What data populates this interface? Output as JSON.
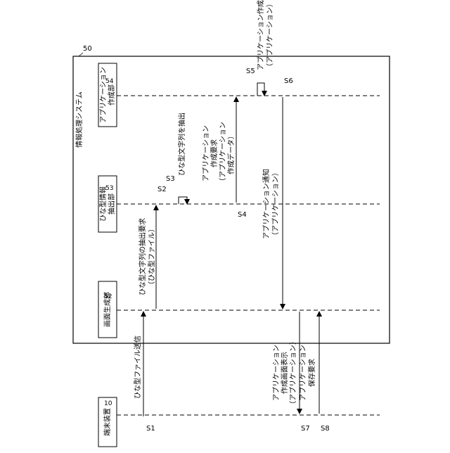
{
  "system": {
    "ref": "50",
    "title": "情報処理システム"
  },
  "components": [
    {
      "id": "terminal",
      "ref": "10",
      "name": "端末装置"
    },
    {
      "id": "screen",
      "ref": "52",
      "name": "画面生成部"
    },
    {
      "id": "extract",
      "ref": "53",
      "name_lines": [
        "ひな型情報",
        "抽出部"
      ]
    },
    {
      "id": "appgen",
      "ref": "54",
      "name_lines": [
        "アプリケーション",
        "作成部"
      ]
    }
  ],
  "steps": {
    "s1": {
      "id": "S1",
      "lines": [
        "ひな型ファイル送信"
      ]
    },
    "s2": {
      "id": "S2",
      "lines": [
        "ひな型文字列の抽出要求",
        "（ひな型ファイル）"
      ]
    },
    "s3": {
      "id": "S3",
      "lines": [
        "ひな型文字列を抽出"
      ]
    },
    "s4": {
      "id": "S4",
      "lines": [
        "アプリケーション",
        "作成要求",
        "（アプリケーション",
        "作成データ）"
      ]
    },
    "s5": {
      "id": "S5",
      "lines": [
        "アプリケーション作成",
        "（アプリケーション）"
      ]
    },
    "s6": {
      "id": "S6",
      "lines": [
        "アプリケーション通知",
        "（アプリケーション）"
      ]
    },
    "s7": {
      "id": "S7",
      "lines": [
        "アプリケーション",
        "作成画面表示",
        "（アプリケーション）"
      ]
    },
    "s8": {
      "id": "S8",
      "lines": [
        "アプリケーション",
        "保存要求"
      ]
    }
  }
}
